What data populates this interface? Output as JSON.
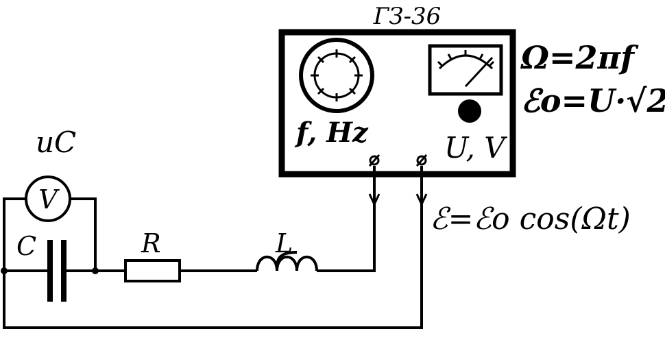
{
  "diagram": {
    "generator": {
      "title": "ГЗ-36",
      "freq_label": "f, Hz",
      "volt_label": "U, V"
    },
    "formulas": {
      "omega": "Ω=2πf",
      "emf_amplitude": "ℰo=U·√2",
      "emf": "ℰ=ℰo cos(Ωt)"
    },
    "components": {
      "voltmeter": "V",
      "voltmeter_caption": "uC",
      "capacitor": "C",
      "resistor": "R",
      "inductor": "L"
    }
  }
}
